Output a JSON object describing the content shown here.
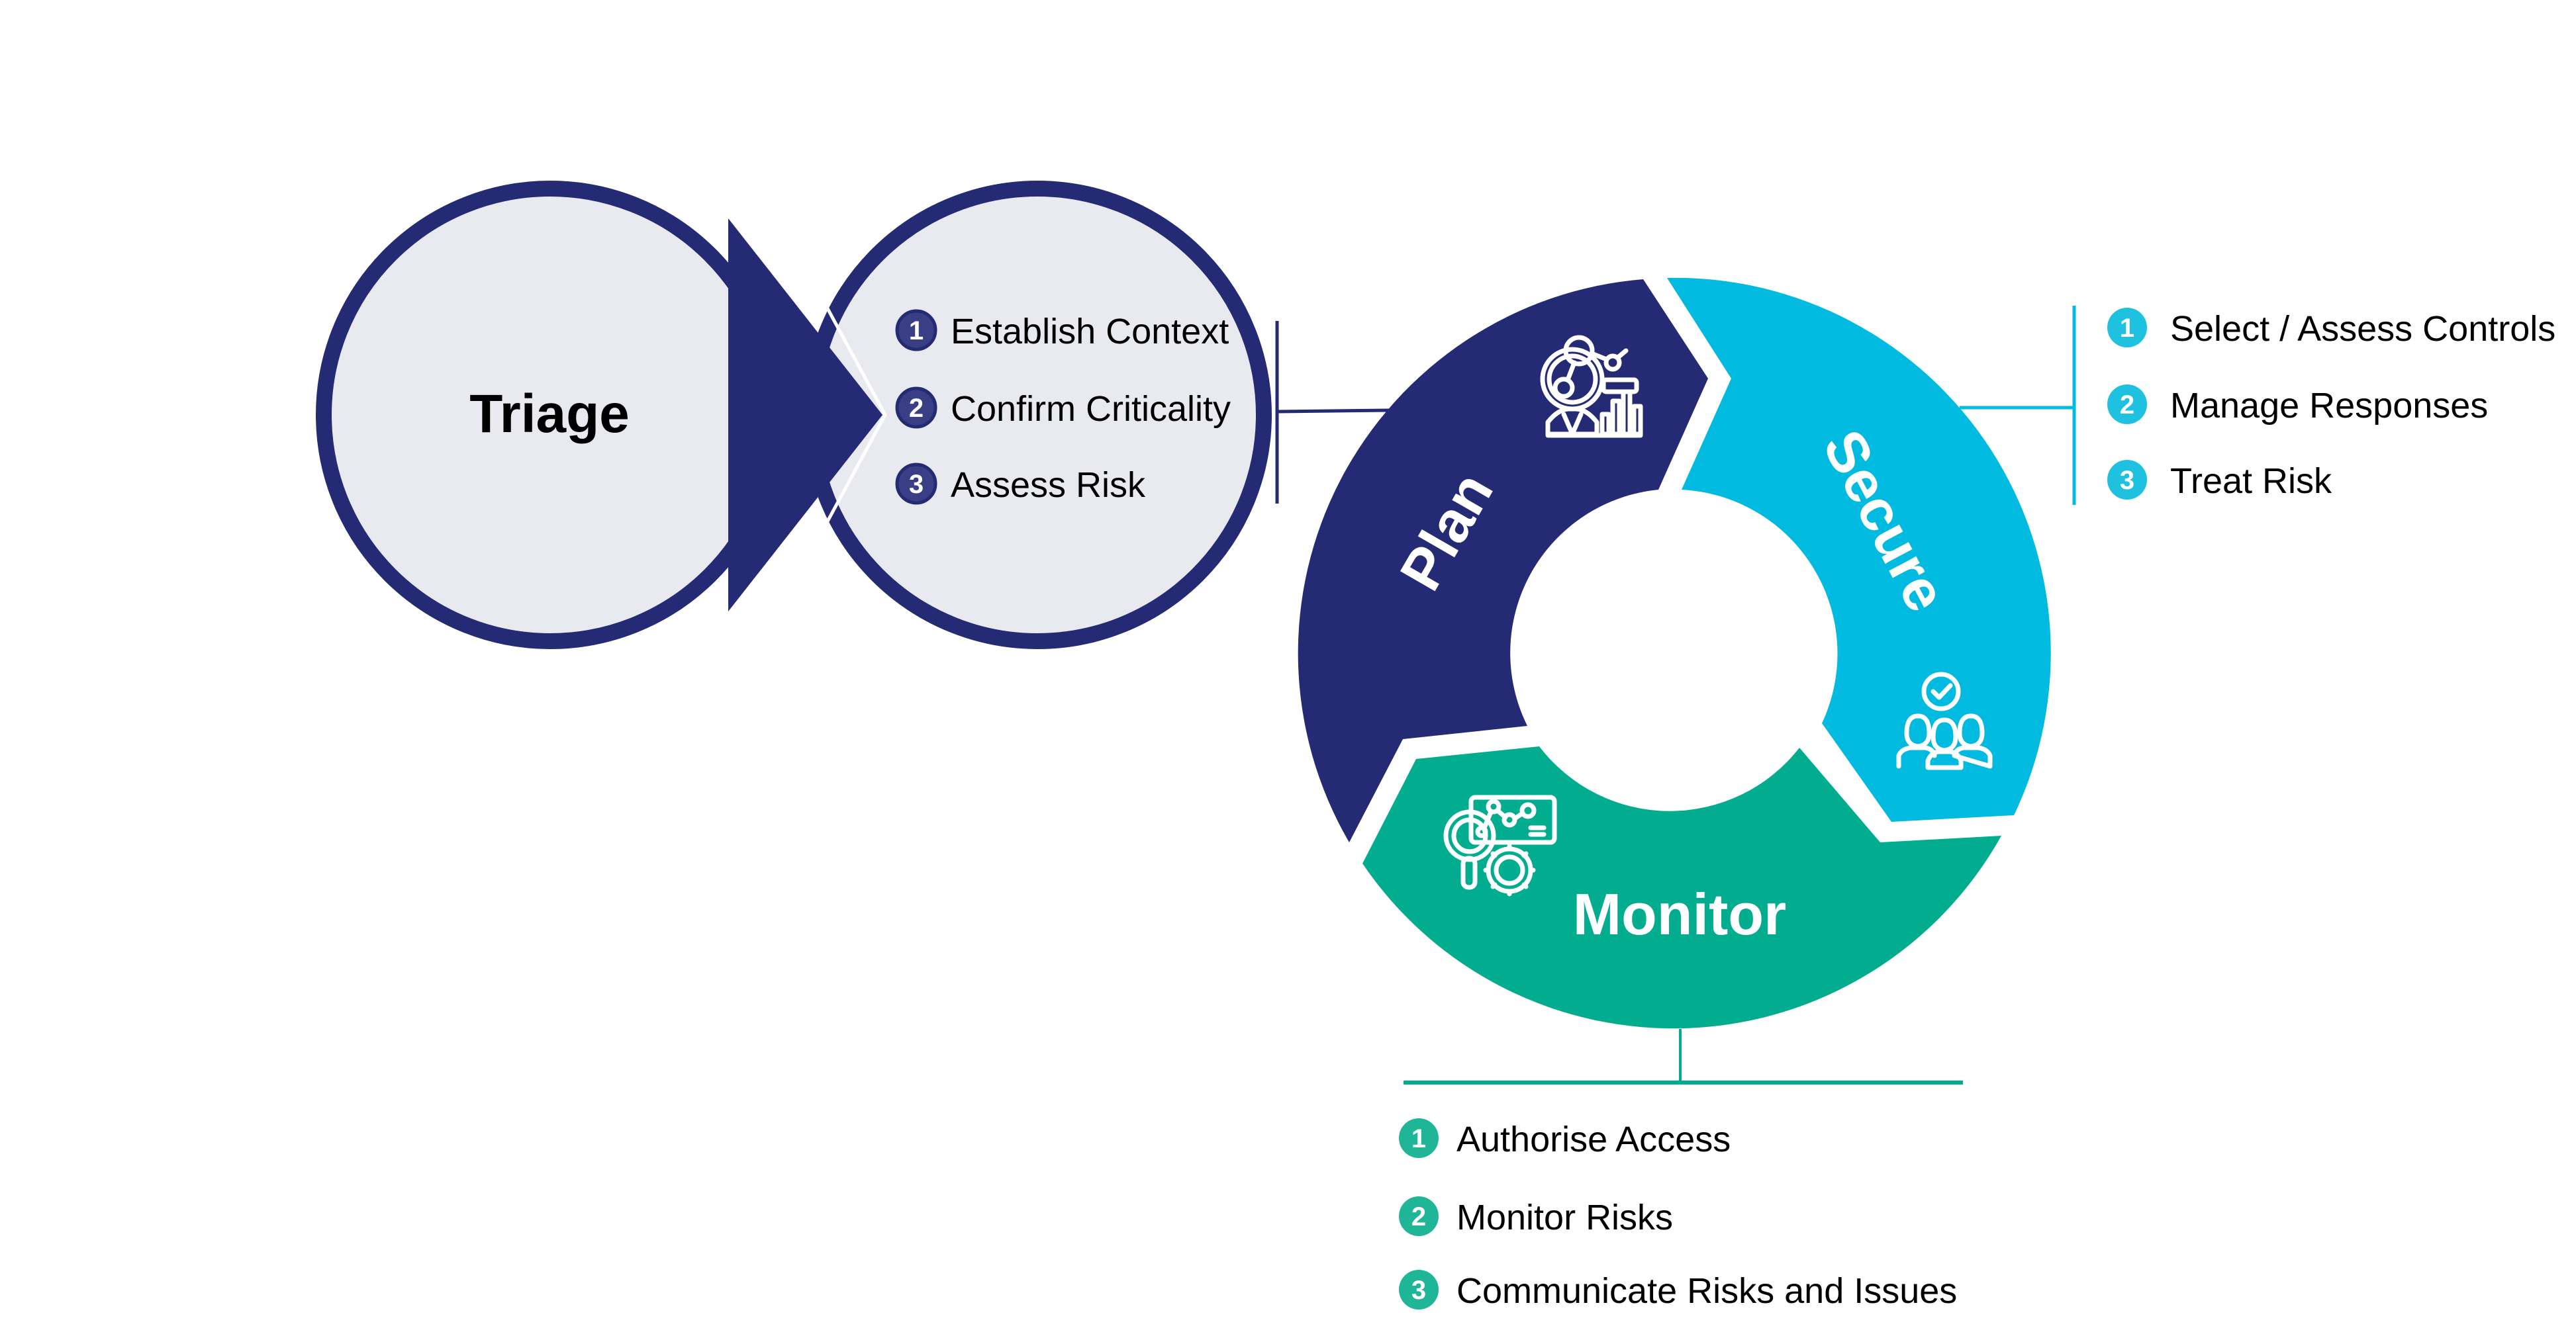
{
  "triage": {
    "label": "Triage",
    "steps": [
      {
        "num": "1",
        "text": "Establish Context"
      },
      {
        "num": "2",
        "text": "Confirm Criticality"
      },
      {
        "num": "3",
        "text": "Assess Risk"
      }
    ]
  },
  "cycle": {
    "segments": [
      {
        "label": "Plan",
        "icon": "analyst-chart-icon"
      },
      {
        "label": "Secure",
        "icon": "team-approved-icon"
      },
      {
        "label": "Monitor",
        "icon": "dashboard-search-gear-icon"
      }
    ]
  },
  "secure_steps": [
    {
      "num": "1",
      "text": "Select / Assess Controls"
    },
    {
      "num": "2",
      "text": "Manage Responses"
    },
    {
      "num": "3",
      "text": "Treat Risk"
    }
  ],
  "monitor_steps": [
    {
      "num": "1",
      "text": "Authorise Access"
    },
    {
      "num": "2",
      "text": "Monitor Risks"
    },
    {
      "num": "3",
      "text": "Communicate Risks and Issues"
    }
  ],
  "colors": {
    "navy": "#252a75",
    "cyan": "#00badf",
    "teal": "#02ac8f",
    "circle_fill": "#e9eaf0",
    "badge_navy": "#3a3f85",
    "badge_cyan": "#1fc1e0",
    "badge_teal": "#1fb597"
  }
}
